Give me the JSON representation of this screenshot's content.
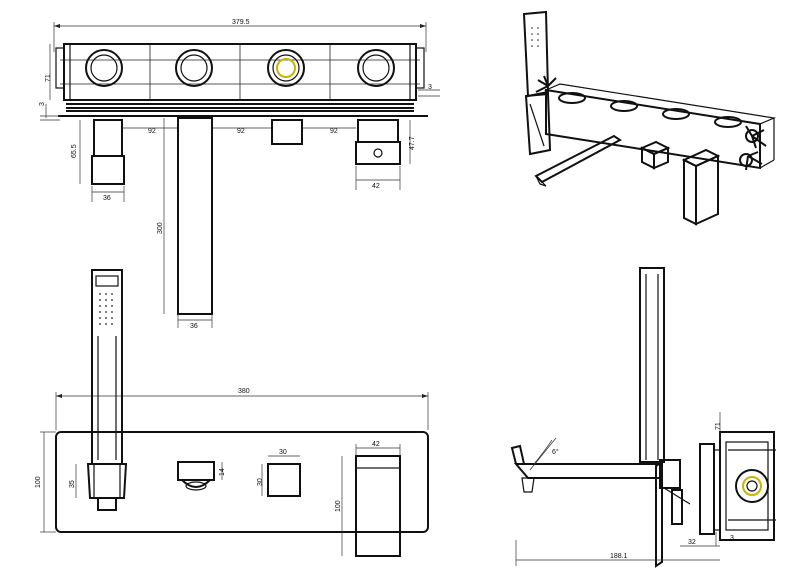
{
  "dimensions": {
    "top_total_width": "379.5",
    "top_height_71": "71",
    "top_offset_3": "3",
    "top_right_3": "3",
    "spacing_a": "92",
    "spacing_b": "92",
    "spacing_c": "92",
    "spout_height": "65.5",
    "spout_width": "36",
    "shower_outlet_height": "47.7",
    "shower_outlet_width": "42",
    "long_spout_length": "300",
    "long_spout_width": "36",
    "front_total_width": "380",
    "front_height": "100",
    "holder_height": "35",
    "knob_height": "14",
    "knob_square_width": "30",
    "knob_square_height": "30",
    "lever_width": "42",
    "lever_height": "100",
    "side_depth": "188.1",
    "side_offset": "32",
    "side_height_71": "71",
    "side_small_3": "3",
    "spout_angle": "6°"
  }
}
